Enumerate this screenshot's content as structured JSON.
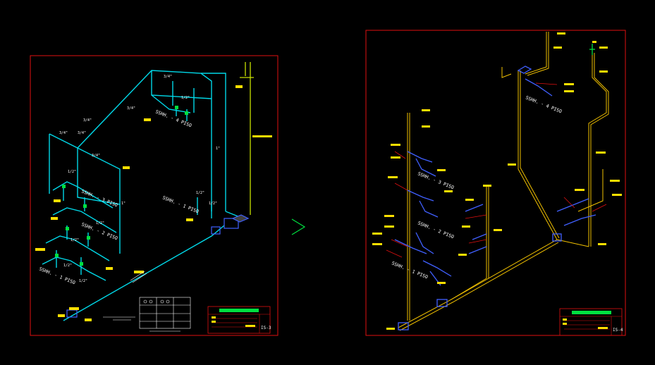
{
  "colors": {
    "background": "#000000",
    "frame": "#e01010",
    "cold_water": "#00d8e8",
    "drain": "#f0c000",
    "vent": "#d8c060",
    "fixture": "#4060ff",
    "label": "#ffe000",
    "title_band": "#00e040",
    "arrow": "#00e040"
  },
  "sheet_left": {
    "floor_labels": [
      "SSHH. - 3 PISO",
      "SSHH. - 2 PISO",
      "SSHH. - 1 PISO",
      "SSHH. - 4 PISO",
      "SSHH. - 1 PISO"
    ],
    "pipe_sizes": [
      "3/4\"",
      "3/4\"",
      "3/4\"",
      "3/4\"",
      "3/4\"",
      "3/4\"",
      "1/2\"",
      "1/2\"",
      "1/2\"",
      "1/2\"",
      "1/2\"",
      "1/2\"",
      "1/2\"",
      "1/2\"",
      "1\"",
      "1\""
    ],
    "sheet_number": "IS-3"
  },
  "sheet_right": {
    "floor_labels": [
      "SSHH. - 4 PISO",
      "SSHH. - 3 PISO",
      "SSHH. - 2 PISO",
      "SSHH. - 1 PISO"
    ],
    "sheet_number": "IS-4"
  }
}
